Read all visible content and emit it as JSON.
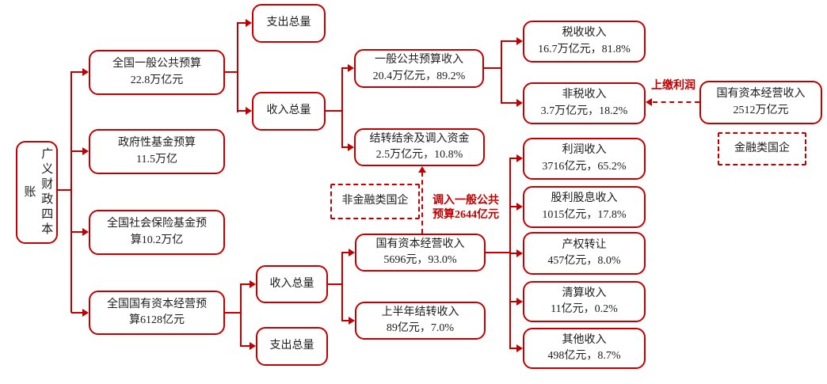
{
  "colors": {
    "accent_red": "#c00000",
    "text": "#1c1c1c",
    "background": "#ffffff"
  },
  "nodes": {
    "root": "广义财政四本账",
    "general_budget": [
      "全国一般公共预算",
      "22.8万亿元"
    ],
    "gov_fund": [
      "政府性基金预算",
      "11.5万亿"
    ],
    "social_insurance": [
      "全国社会保险基金预",
      "算10.2万亿"
    ],
    "state_capital_budget": [
      "全国国有资本经营预",
      "算6128亿元"
    ],
    "expenditure_top": "支出总量",
    "revenue_top": "收入总量",
    "general_public_revenue": [
      "一般公共预算收入",
      "20.4万亿元，89.2%"
    ],
    "carryover_funds": [
      "结转结余及调入资金",
      "2.5万亿元，10.8%"
    ],
    "tax_revenue": [
      "税收收入",
      "16.7万亿元，81.8%"
    ],
    "nontax_revenue": [
      "非税收入",
      "3.7万亿元，18.2%"
    ],
    "soe_revenue_right": [
      "国有资本经营收入",
      "2512万亿元"
    ],
    "financial_soe": "金融类国企",
    "nonfinancial_soe": "非金融类国企",
    "revenue_bottom": "收入总量",
    "expenditure_bottom": "支出总量",
    "soe_operating_revenue": [
      "国有资本经营收入",
      "5696元，93.0%"
    ],
    "half_year_carryover": [
      "上半年结转收入",
      "89亿元，7.0%"
    ],
    "profit_income": [
      "利润收入",
      "3716亿元，65.2%"
    ],
    "dividend_income": [
      "股利股息收入",
      "1015亿元，17.8%"
    ],
    "property_transfer": [
      "产权转让",
      "457亿元，8.0%"
    ],
    "liquidation_income": [
      "清算收入",
      "11亿元，0.2%"
    ],
    "other_income": [
      "其他收入",
      "498亿元，8.7%"
    ]
  },
  "labels": {
    "profit_remittance": "上缴利润",
    "transfer_note_line1": "调入一般公共",
    "transfer_note_line2": "预算2644亿元"
  }
}
